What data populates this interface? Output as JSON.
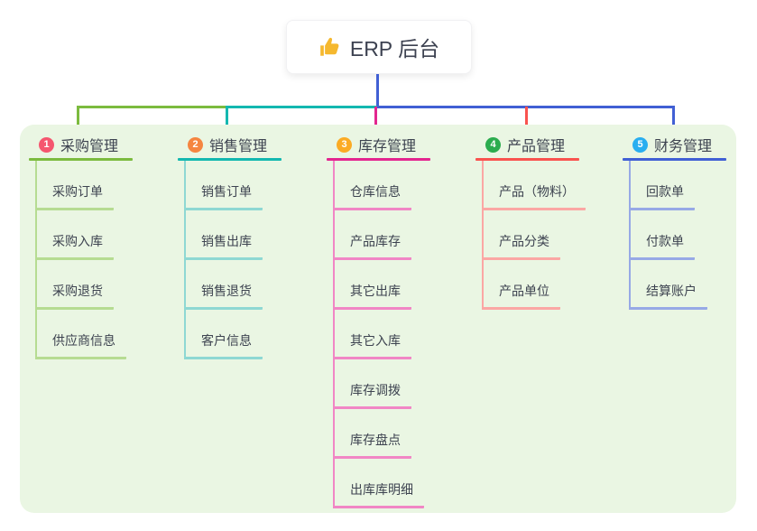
{
  "root": {
    "title": "ERP 后台",
    "icon": "thumbs-up-icon",
    "icon_color": "#f5b82e"
  },
  "branches": [
    {
      "index": "1",
      "title": "采购管理",
      "badge_color": "#f5566f",
      "line_color": "#7cbb3f",
      "child_line_color": "#b6dc92",
      "children": [
        "采购订单",
        "采购入库",
        "采购退货",
        "供应商信息"
      ]
    },
    {
      "index": "2",
      "title": "销售管理",
      "badge_color": "#f58540",
      "line_color": "#14b8b0",
      "child_line_color": "#8ed8d3",
      "children": [
        "销售订单",
        "销售出库",
        "销售退货",
        "客户信息"
      ]
    },
    {
      "index": "3",
      "title": "库存管理",
      "badge_color": "#fbab24",
      "line_color": "#e3268f",
      "child_line_color": "#f186c5",
      "children": [
        "仓库信息",
        "产品库存",
        "其它出库",
        "其它入库",
        "库存调拨",
        "库存盘点",
        "出库库明细"
      ]
    },
    {
      "index": "4",
      "title": "产品管理",
      "badge_color": "#2bac4e",
      "line_color": "#f9534f",
      "child_line_color": "#fba7a4",
      "children": [
        "产品（物料）",
        "产品分类",
        "产品单位"
      ]
    },
    {
      "index": "5",
      "title": "财务管理",
      "badge_color": "#29aef0",
      "line_color": "#4160d4",
      "child_line_color": "#97a9e6",
      "children": [
        "回款单",
        "付款单",
        "结算账户"
      ]
    }
  ],
  "colors": {
    "panel_background": "#eaf6e3",
    "root_connector": "#4160d4",
    "text": "#3d4350"
  }
}
